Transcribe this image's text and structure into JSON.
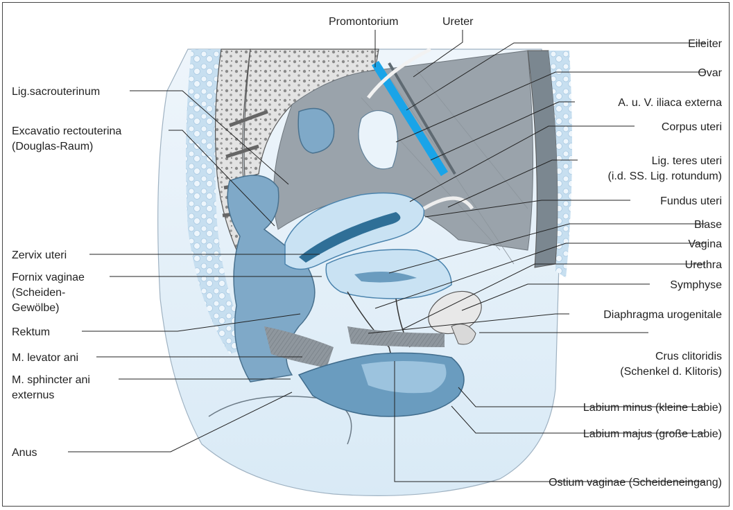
{
  "figure": {
    "labels_top": {
      "promontorium": "Promontorium",
      "ureter": "Ureter"
    },
    "labels_left": {
      "lig_sacrouterinum": "Lig.sacrouterinum",
      "excavatio": [
        "Excavatio rectouterina",
        "(Douglas-Raum)"
      ],
      "zervix": "Zervix uteri",
      "fornix": [
        "Fornix vaginae",
        "(Scheiden-",
        "Gewölbe)"
      ],
      "rektum": "Rektum",
      "levator": "M. levator ani",
      "sphincter": [
        "M. sphincter ani",
        "externus"
      ],
      "anus": "Anus"
    },
    "labels_right": {
      "eileiter": "Eileiter",
      "ovar": "Ovar",
      "iliaca": "A. u. V. iliaca externa",
      "corpus": "Corpus uteri",
      "lig_teres": [
        "Lig. teres uteri",
        "(i.d. SS. Lig. rotundum)"
      ],
      "fundus": "Fundus uteri",
      "blase": "Blase",
      "vagina": "Vagina",
      "urethra": "Urethra",
      "symphyse": "Symphyse",
      "diaphragma": "Diaphragma urogenitale",
      "crus": [
        "Crus clitoridis",
        "(Schenkel d. Klitoris)"
      ],
      "labium_minus": "Labium minus (kleine Labie)",
      "labium_majus": "Labium majus (große Labie)",
      "ostium": "Ostium vaginae (Scheideneingang)"
    }
  },
  "colors": {
    "organ_blue": "#9cc3de",
    "organ_dark": "#6a9cbf",
    "uterus_light": "#c9e2f3",
    "cavity_dark": "#2f6f97",
    "tissue_grey": "#9aa3aa",
    "bone_grey": "#d9d9d9",
    "fat_light": "#d6e8f4",
    "vessel_cyan": "#1aa4e8",
    "skin_tint": "#e6f1fa"
  }
}
